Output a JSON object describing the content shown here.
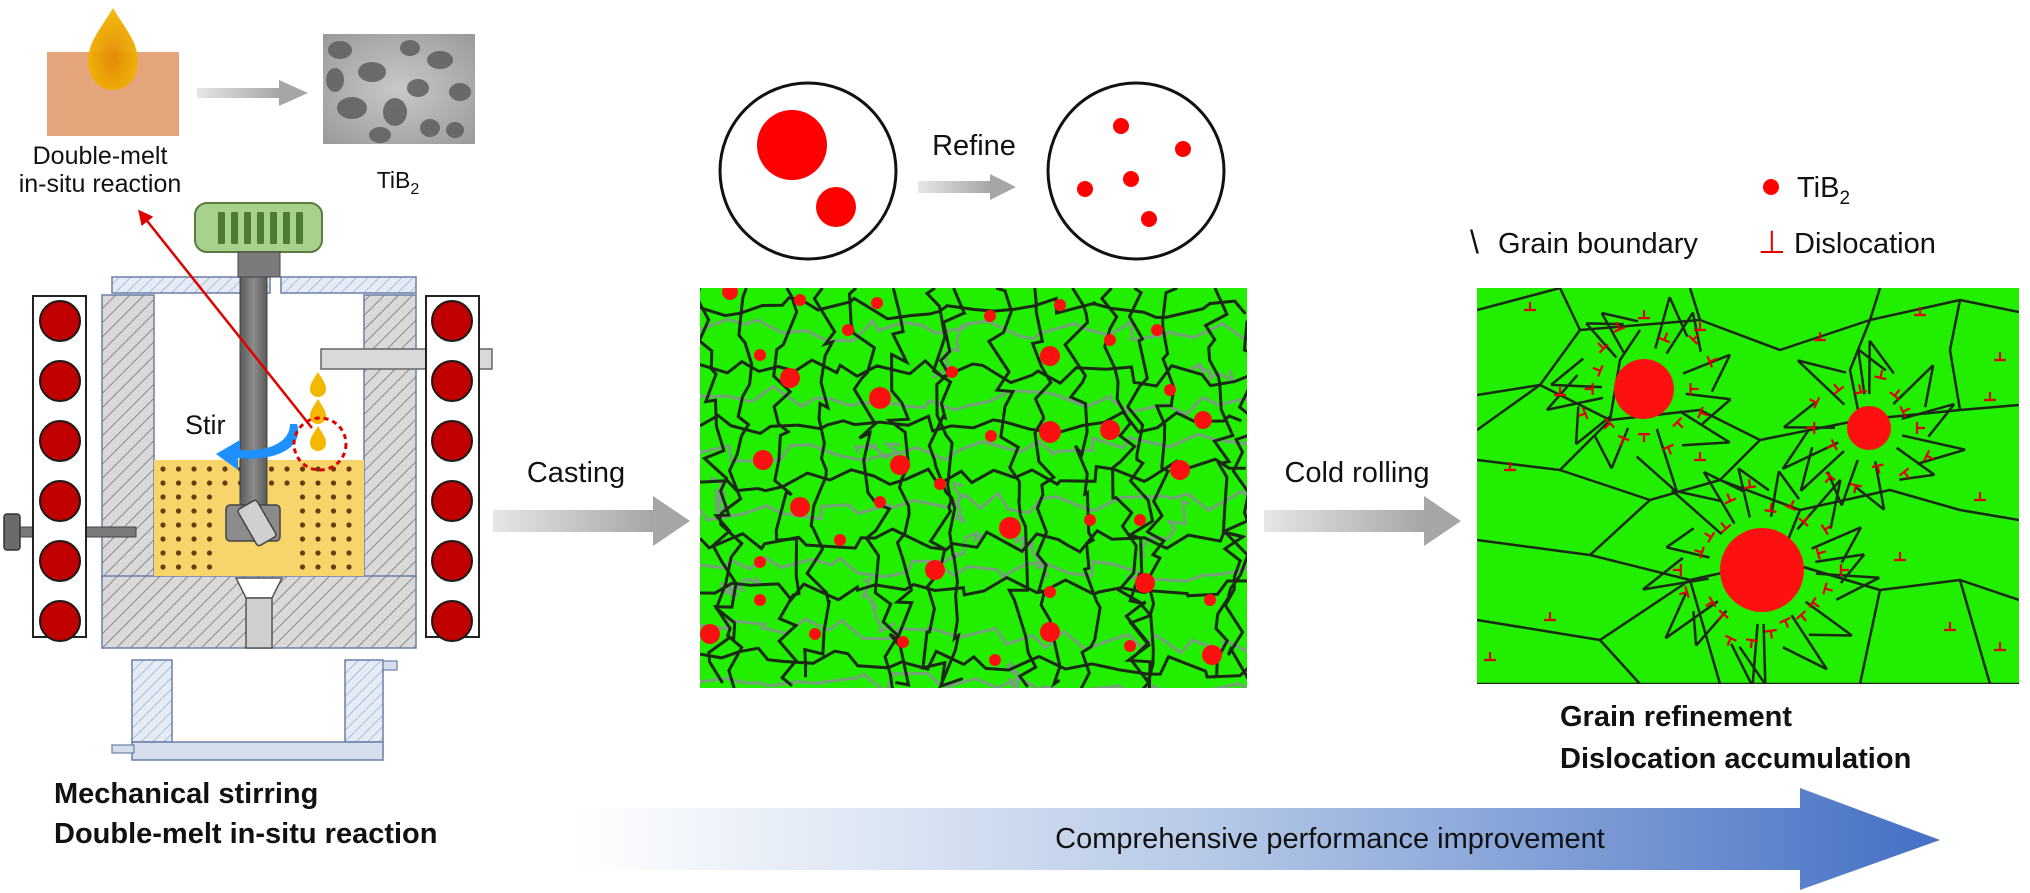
{
  "top_left": {
    "label_line1": "Double-melt",
    "label_line2": "in-situ  reaction",
    "micro_label_base": "TiB",
    "micro_label_sub": "2"
  },
  "furnace": {
    "stir_label": "Stir",
    "caption_line1": "Mechanical stirring",
    "caption_line2": "Double-melt in-situ reaction"
  },
  "process": {
    "casting_label": "Casting",
    "refine_label": "Refine",
    "cold_rolling_label": "Cold rolling"
  },
  "legend": {
    "tib2_base": "TiB",
    "tib2_sub": "2",
    "grain_boundary_symbol": "\\",
    "grain_boundary_label": "Grain boundary",
    "dislocation_symbol": "⊥",
    "dislocation_label": "Dislocation"
  },
  "result": {
    "caption_line1": "Grain refinement",
    "caption_line2": "Dislocation accumulation"
  },
  "bottom_arrow": {
    "label": "Comprehensive performance improvement"
  },
  "colors": {
    "grain_green": "#22ee00",
    "particle_red": "#ff0000",
    "coil_red": "#c00000",
    "melt_yellow": "#f7d56a",
    "drop_orange": "#f5a800",
    "gear_green": "#7ab55c",
    "stir_blue": "#1e90ff",
    "arrow_gray": "#b0b0b0",
    "bottom_arrow_blue": "#4470c4"
  }
}
